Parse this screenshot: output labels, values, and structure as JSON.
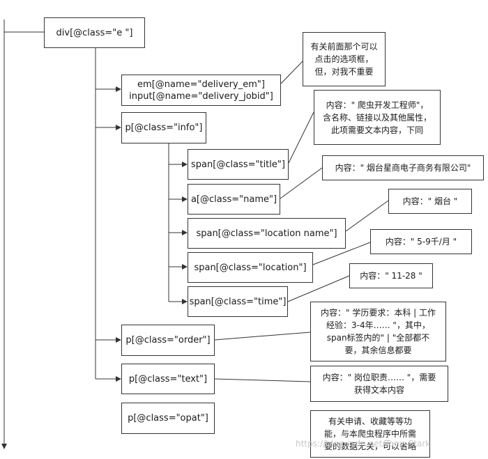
{
  "nodes": {
    "root": "div[@class=\"e \"]",
    "em_input": [
      "em[@name=\"delivery_em\"]",
      "input[@name=\"delivery_jobid\"]"
    ],
    "info": "p[@class=\"info\"]",
    "title": "span[@class=\"title\"]",
    "name": "a[@class=\"name\"]",
    "location_name": "span[@class=\"location name\"]",
    "location": "span[@class=\"location\"]",
    "time": "span[@class=\"time\"]",
    "order": "p[@class=\"order\"]",
    "text": "p[@class=\"text\"]",
    "opat": "p[@class=\"opat\"]"
  },
  "notes": {
    "em_input": [
      "有关前面那个可以",
      "点击的选项框，",
      "但，对我不重要"
    ],
    "title": [
      "内容：\" 爬虫开发工程师\"，",
      "含名称、链接以及其他属性，",
      "此项需要文本内容，下同"
    ],
    "name": [
      "内容：\" 烟台星商电子商务有限公司\""
    ],
    "location_name": [
      "内容：\" 烟台 \""
    ],
    "location": [
      "内容：\" 5-9千/月 \""
    ],
    "time": [
      "内容：\" 11-28 \""
    ],
    "order": [
      "内容：\" 学历要求：本科 | 工作",
      "经验：3-4年…… \"，其中，",
      "span标签内的\" | \"全部都不",
      "要，其余信息都要"
    ],
    "text": [
      "内容：\" 岗位职责…… \"，需要",
      "获得文本内容"
    ],
    "opat": [
      "有关申请、收藏等等功",
      "能，与本爬虫程序中所需",
      "要的数据无关，可以省略"
    ]
  },
  "watermark": "https://blog.csdn.net/Tony_Stark"
}
